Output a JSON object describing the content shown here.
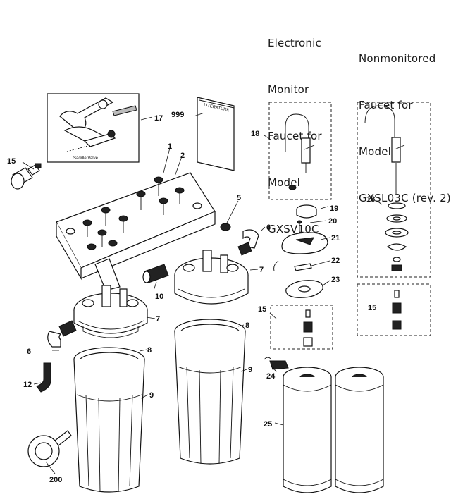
{
  "headings": {
    "electronic_faucet": [
      "Electronic",
      "Monitor",
      "Faucet for",
      "Model",
      "GXSV10C"
    ],
    "nonmonitored_faucet": [
      "Nonmonitored",
      "Faucet for",
      "Models",
      "GXSL03C (rev. 2)"
    ]
  },
  "inset_caption": "Saddle Valve",
  "literature_label": "LITERATURE",
  "callouts": {
    "c1": "1",
    "c2": "2",
    "c5": "5",
    "c6a": "6",
    "c6b": "6",
    "c7a": "7",
    "c7b": "7",
    "c8a": "8",
    "c8b": "8",
    "c9a": "9",
    "c9b": "9",
    "c10": "10",
    "c12": "12",
    "c15a": "15",
    "c15b": "15",
    "c15c": "15",
    "c17": "17",
    "c18a": "18",
    "c18b": "18",
    "c19": "19",
    "c20": "20",
    "c21": "21",
    "c22": "22",
    "c23": "23",
    "c24": "24",
    "c25": "25",
    "c200": "200",
    "c999": "999"
  }
}
